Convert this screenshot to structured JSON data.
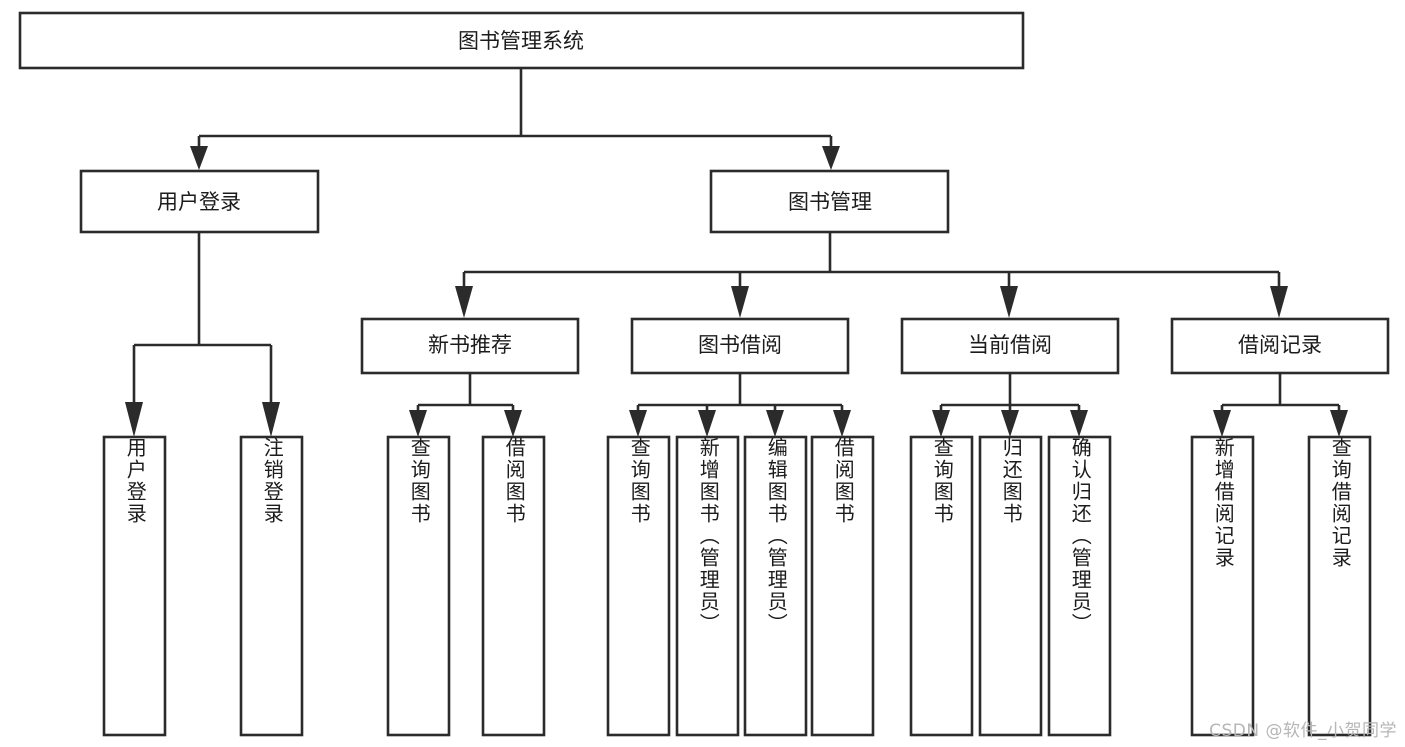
{
  "diagram": {
    "title": "图书管理系统",
    "type": "hierarchy-tree",
    "orientation": "top-down",
    "colors": {
      "box_stroke": "#2b2b2b",
      "box_fill": "#ffffff",
      "text": "#1c1c1c",
      "background": "#ffffff",
      "watermark": "#b6b6b6"
    },
    "root": {
      "label": "图书管理系统"
    },
    "level2": [
      {
        "label": "用户登录"
      },
      {
        "label": "图书管理"
      }
    ],
    "level3": [
      {
        "label": "新书推荐"
      },
      {
        "label": "图书借阅"
      },
      {
        "label": "当前借阅"
      },
      {
        "label": "借阅记录"
      }
    ],
    "leaves": {
      "user_login": [
        "用户登录",
        "注销登录"
      ],
      "new_book": [
        "查询图书",
        "借阅图书"
      ],
      "book_borrow": [
        "查询图书",
        "新增图书（管理员）",
        "编辑图书（管理员）",
        "借阅图书"
      ],
      "current_borrow": [
        "查询图书",
        "归还图书",
        "确认归还（管理员）"
      ],
      "borrow_record": [
        "新增借阅记录",
        "查询借阅记录"
      ]
    }
  },
  "watermark": {
    "text": "CSDN @软件_小贺同学"
  }
}
